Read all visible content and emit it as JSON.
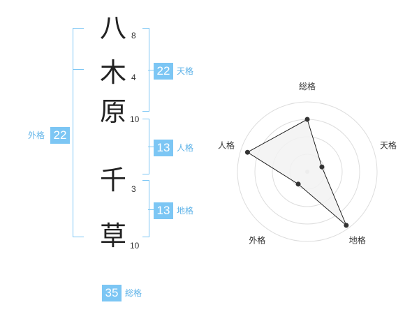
{
  "name": {
    "characters": [
      {
        "char": "八",
        "strokes": "8"
      },
      {
        "char": "木",
        "strokes": "4"
      },
      {
        "char": "原",
        "strokes": "10"
      },
      {
        "char": "千",
        "strokes": "3"
      },
      {
        "char": "草",
        "strokes": "10"
      }
    ]
  },
  "fortune": {
    "tenkaku": {
      "label": "天格",
      "value": "22"
    },
    "jinkaku": {
      "label": "人格",
      "value": "13"
    },
    "chikaku": {
      "label": "地格",
      "value": "13"
    },
    "gaikaku": {
      "label": "外格",
      "value": "22"
    },
    "soukaku": {
      "label": "総格",
      "value": "35"
    }
  },
  "chart_data": {
    "type": "radar",
    "axes": [
      "総格",
      "天格",
      "地格",
      "外格",
      "人格"
    ],
    "values": [
      0.75,
      0.22,
      0.95,
      0.22,
      0.9
    ],
    "max": 1,
    "rings": 4,
    "colors": {
      "fill": "#f2f2f2",
      "stroke": "#222222",
      "grid": "#dddddd",
      "point": "#333333"
    }
  }
}
